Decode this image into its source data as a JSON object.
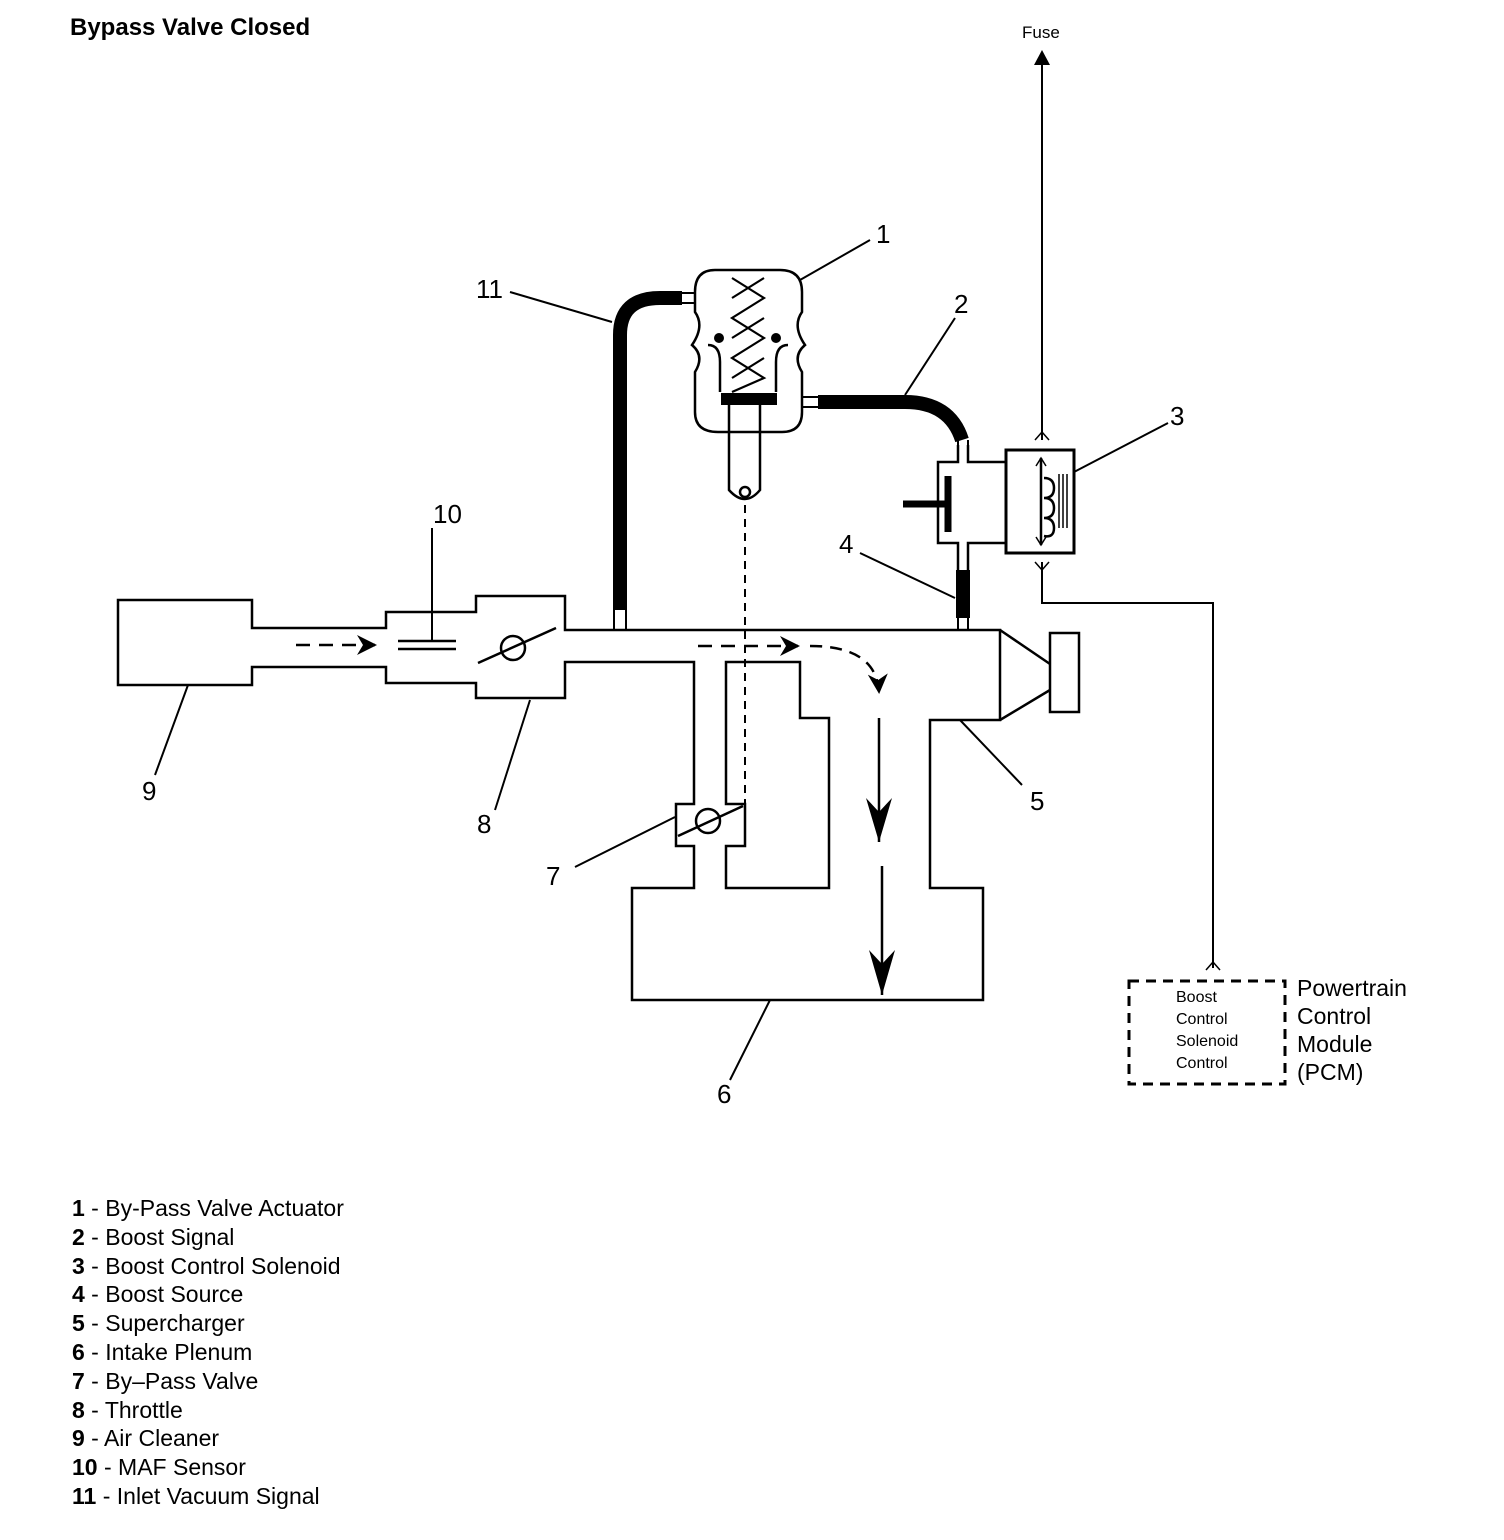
{
  "title": "Bypass Valve Closed",
  "labels": {
    "fuse": "Fuse",
    "callouts": [
      "1",
      "2",
      "3",
      "4",
      "5",
      "6",
      "7",
      "8",
      "9",
      "10",
      "11"
    ],
    "pcm_box": [
      "Boost",
      "Control",
      "Solenoid",
      "Control"
    ],
    "pcm_name": [
      "Powertrain",
      "Control",
      "Module",
      "(PCM)"
    ]
  },
  "legend": [
    {
      "num": "1",
      "sep": " - ",
      "text": "By-Pass Valve Actuator"
    },
    {
      "num": "2",
      "sep": " - ",
      "text": "Boost Signal"
    },
    {
      "num": "3",
      "sep": " - ",
      "text": "Boost Control Solenoid"
    },
    {
      "num": "4",
      "sep": " - ",
      "text": "Boost Source"
    },
    {
      "num": "5",
      "sep": " - ",
      "text": "Supercharger"
    },
    {
      "num": "6",
      "sep": " - ",
      "text": "Intake Plenum"
    },
    {
      "num": "7",
      "sep": " - ",
      "text": "By–Pass Valve"
    },
    {
      "num": "8",
      "sep": " - ",
      "text": "Throttle"
    },
    {
      "num": "9",
      "sep": " - ",
      "text": "Air Cleaner"
    },
    {
      "num": "10",
      "sep": " - ",
      "text": "MAF Sensor"
    },
    {
      "num": "11",
      "sep": " - ",
      "text": "Inlet Vacuum Signal"
    }
  ]
}
